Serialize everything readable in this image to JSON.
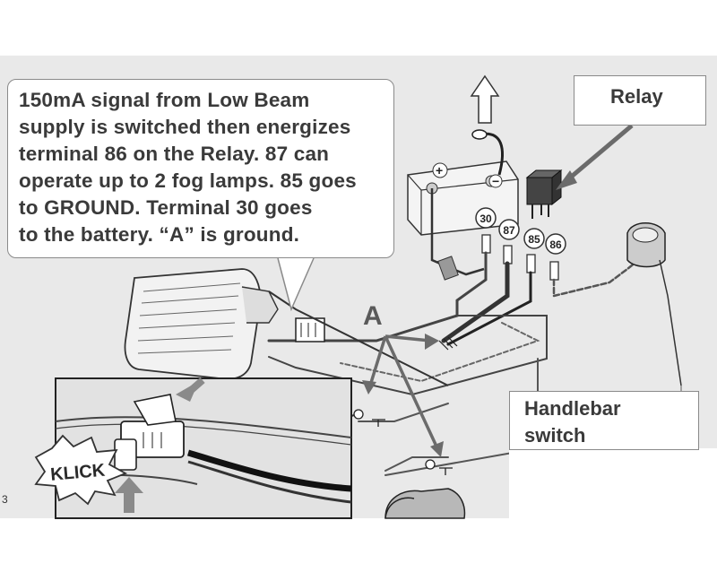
{
  "notes": {
    "main": "150mA signal from Low Beam\nsupply is switched then energizes\nterminal 86 on the Relay. 87 can\noperate up to 2 fog lamps. 85 goes\nto GROUND.  Terminal 30 goes\nto the battery.  “A” is ground.",
    "relay": "Relay",
    "handlebar": "Handlebar\nswitch"
  },
  "terminals": [
    "30",
    "87",
    "85",
    "86"
  ],
  "ground_marker": "A",
  "klick": "KLICK",
  "page_number": "3",
  "colors": {
    "accent_arrow": "#6b6b6b",
    "callout_text": "#3a3a3a",
    "background": "#e8e8e8"
  }
}
